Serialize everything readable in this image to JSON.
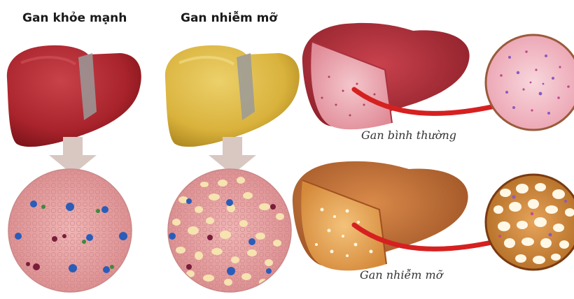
{
  "left_panel": {
    "healthy_title": "Gan khỏe mạnh",
    "fatty_title": "Gan nhiễm mỡ"
  },
  "right_panel": {
    "normal_caption": "Gan bình thường",
    "fatty_caption": "Gan nhiễm mỡ"
  },
  "colors": {
    "healthy_liver": "#a8232b",
    "fatty_liver_yellow": "#d9b23c",
    "tissue_pink": "#e9a3a3",
    "fat_droplet": "#f6e3b0",
    "arrow_red": "#d62020",
    "arrow_gray": "#d9c7c2"
  }
}
